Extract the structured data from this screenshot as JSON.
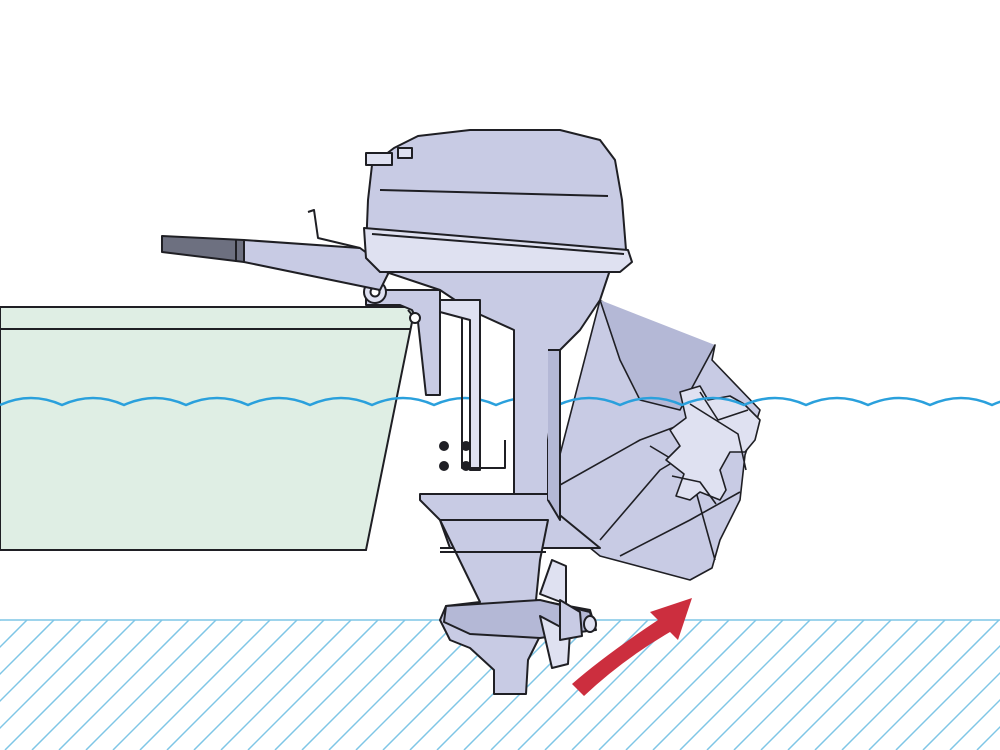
{
  "diagram": {
    "colors": {
      "background": "#ffffff",
      "outline": "#1f1f24",
      "boat_hull": "#dfeee4",
      "motor_body": "#c8cbe4",
      "motor_shade": "#b4b8d6",
      "motor_light": "#dfe1f1",
      "water_line": "#2aa0dc",
      "seabed_hatch": "#7fc6e6",
      "arrow": "#cc2e3e",
      "grip": "#6d7080"
    },
    "parts": [
      "boat-hull",
      "tiller-handle",
      "transom-clamp-bracket",
      "engine-cowling",
      "drive-shaft-housing",
      "lower-unit",
      "propeller",
      "tilted-up-motor",
      "water-surface",
      "seabed",
      "tilt-up-arrow"
    ],
    "icons": {
      "tilt_arrow": "curved-arrow-up-right"
    }
  }
}
